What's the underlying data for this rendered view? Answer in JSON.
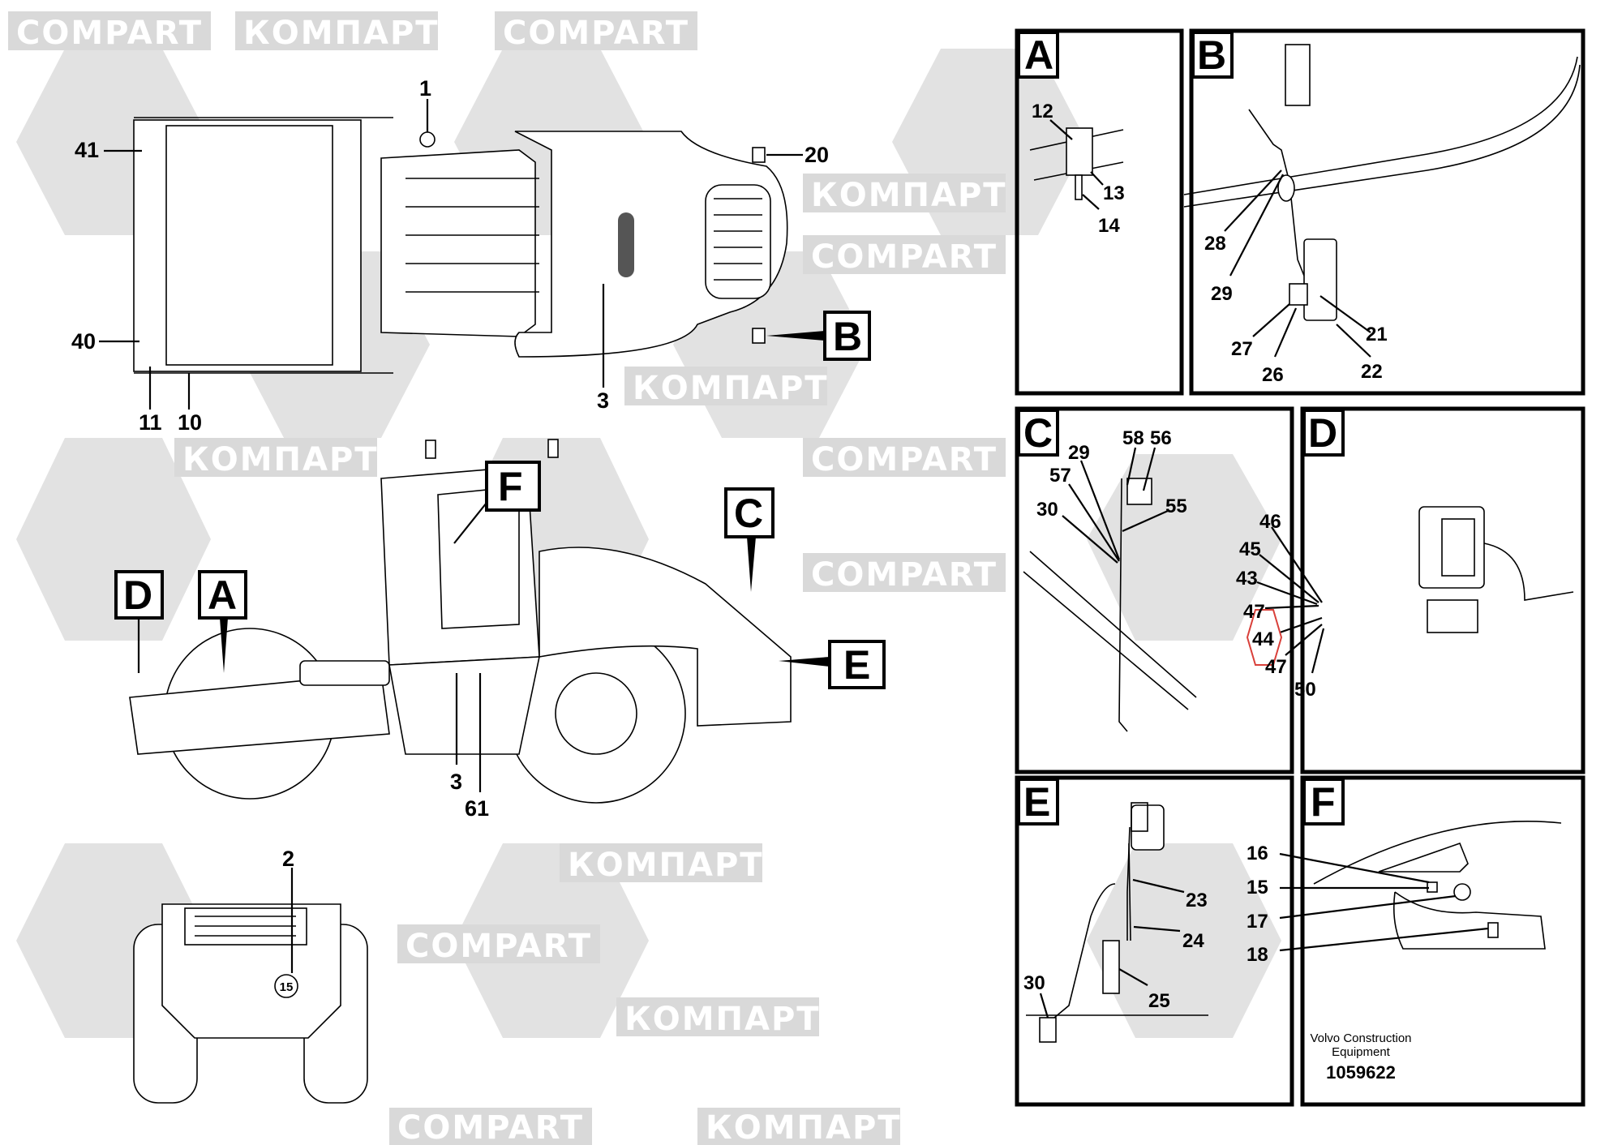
{
  "watermarks": [
    "COMPART",
    "КОМПАРТ"
  ],
  "top_view": {
    "callouts": [
      "1",
      "41",
      "20",
      "40",
      "3",
      "11",
      "10"
    ],
    "detail_tag": "B"
  },
  "side_view": {
    "callouts": [
      "3",
      "61"
    ],
    "detail_tags": [
      "F",
      "C",
      "D",
      "A",
      "E"
    ]
  },
  "rear_view": {
    "callouts": [
      "2",
      "15"
    ]
  },
  "panels": {
    "A": {
      "letter": "A",
      "callouts": [
        "12",
        "13",
        "14"
      ]
    },
    "B": {
      "letter": "B",
      "callouts": [
        "28",
        "29",
        "27",
        "26",
        "21",
        "22"
      ]
    },
    "C": {
      "letter": "C",
      "callouts": [
        "58",
        "56",
        "29",
        "57",
        "30",
        "55"
      ]
    },
    "D": {
      "letter": "D",
      "callouts": [
        "46",
        "45",
        "43",
        "47",
        "44",
        "47",
        "50"
      ],
      "highlight_color": "#d9403a"
    },
    "E": {
      "letter": "E",
      "callouts": [
        "23",
        "24",
        "25",
        "30"
      ]
    },
    "F": {
      "letter": "F",
      "callouts": [
        "16",
        "15",
        "17",
        "18"
      ]
    }
  },
  "footer": {
    "line1": "Volvo Construction",
    "line2": "Equipment",
    "part_number": "1059622"
  }
}
